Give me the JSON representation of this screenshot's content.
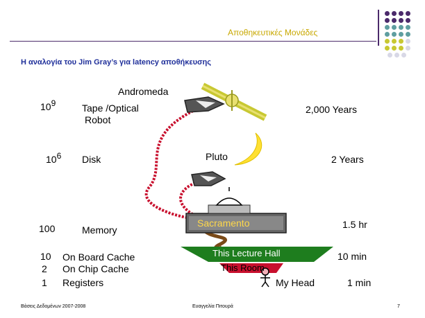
{
  "header": {
    "title": "Αποθηκευτικές Μονάδες",
    "subtitle": "Η αναλογία του Jim Gray’s για latency αποθήκευσης"
  },
  "levels": [
    {
      "base": "10",
      "exp": "9",
      "label": "Tape /Optical",
      "label2": "Robot",
      "time": "2,000 Years"
    },
    {
      "base": "10",
      "exp": "6",
      "label": "Disk",
      "time": "2 Years"
    },
    {
      "num": "100",
      "label": "Memory",
      "time": "1.5 hr"
    },
    {
      "num": "10",
      "label": "On Board  Cache",
      "time": "10 min"
    },
    {
      "num": "2",
      "label": "On Chip Cache"
    },
    {
      "num": "1",
      "label": "Registers",
      "time": "1 min"
    }
  ],
  "places": {
    "andromeda": "Andromeda",
    "pluto": "Pluto",
    "sacramento": "Sacramento",
    "lecture_hall": "This Lecture Hall",
    "room": "This Room",
    "head": "My Head"
  },
  "colors": {
    "title": "#c8a800",
    "subtitle": "#1f2f9a",
    "divider": "#4b2a6b",
    "dots_purple": "#4b2a6b",
    "dots_teal": "#5f9ea0",
    "dots_yellow": "#c8c832",
    "dots_gray": "#d8d8e6",
    "rope_red": "#c8102e",
    "rope_brown": "#7a4a18",
    "hall_green": "#1e7d1e",
    "room_red": "#c8102e",
    "sacramento_text": "#ffd84a"
  },
  "footer": {
    "left": "Βάσεις Δεδομένων 2007-2008",
    "center": "Ευαγγελία Πιτουρά",
    "page": "7"
  }
}
